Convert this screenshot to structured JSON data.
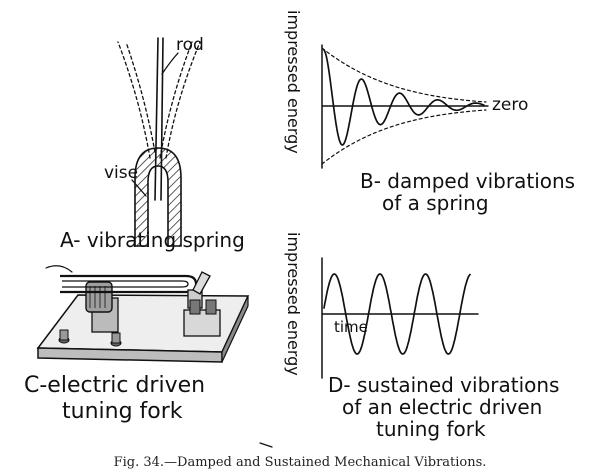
{
  "panels": {
    "a": {
      "caption": "A- vibrating spring",
      "rod_label": "rod",
      "vise_label": "vise"
    },
    "b": {
      "y_label": "impressed energy",
      "zero_label": "zero",
      "caption_line1": "B- damped vibrations",
      "caption_line2": "of a spring"
    },
    "c": {
      "caption_line1": "C-electric driven",
      "caption_line2": "tuning fork"
    },
    "d": {
      "y_label": "impressed energy",
      "time_label": "time",
      "caption_line1": "D- sustained vibrations",
      "caption_line2": "of an electric driven",
      "caption_line3": "tuning fork"
    }
  },
  "figure_caption": "Fig. 34.—Damped and Sustained Mechanical Vibrations."
}
